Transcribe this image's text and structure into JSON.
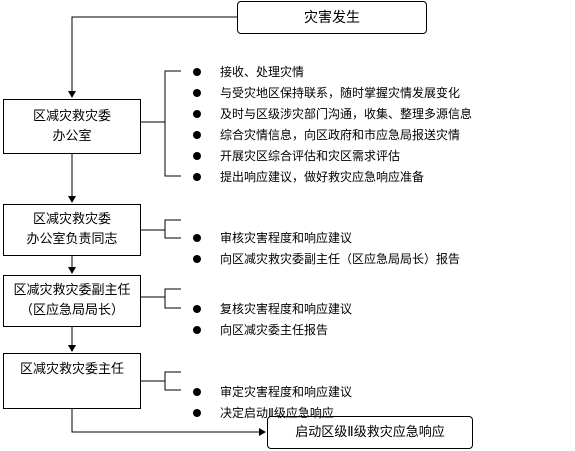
{
  "nodes": {
    "start": "灾害发生",
    "step1": [
      "区减灾救灾委",
      "办公室"
    ],
    "step2": [
      "区减灾救灾委",
      "办公室负责同志"
    ],
    "step3": [
      "区减灾救灾委副主任",
      "（区应急局局长）"
    ],
    "step4": [
      "区减灾救灾委主任"
    ],
    "end": "启动区级Ⅱ级救灾应急响应"
  },
  "tasks": {
    "step1": [
      "接收、处理灾情",
      "与受灾地区保持联系，随时掌握灾情发展变化",
      "及时与区级涉灾部门沟通，收集、整理多源信息",
      "综合灾情信息，向区政府和市应急局报送灾情",
      "开展灾区综合评估和灾区需求评估",
      "提出响应建议，做好救灾应急响应准备"
    ],
    "step2": [
      "审核灾害程度和响应建议",
      "向区减灾救灾委副主任（区应急局局长）报告"
    ],
    "step3": [
      "复核灾害程度和响应建议",
      "向区减灾委主任报告"
    ],
    "step4": [
      "审定灾害程度和响应建议",
      "决定启动Ⅱ级应急响应"
    ]
  }
}
